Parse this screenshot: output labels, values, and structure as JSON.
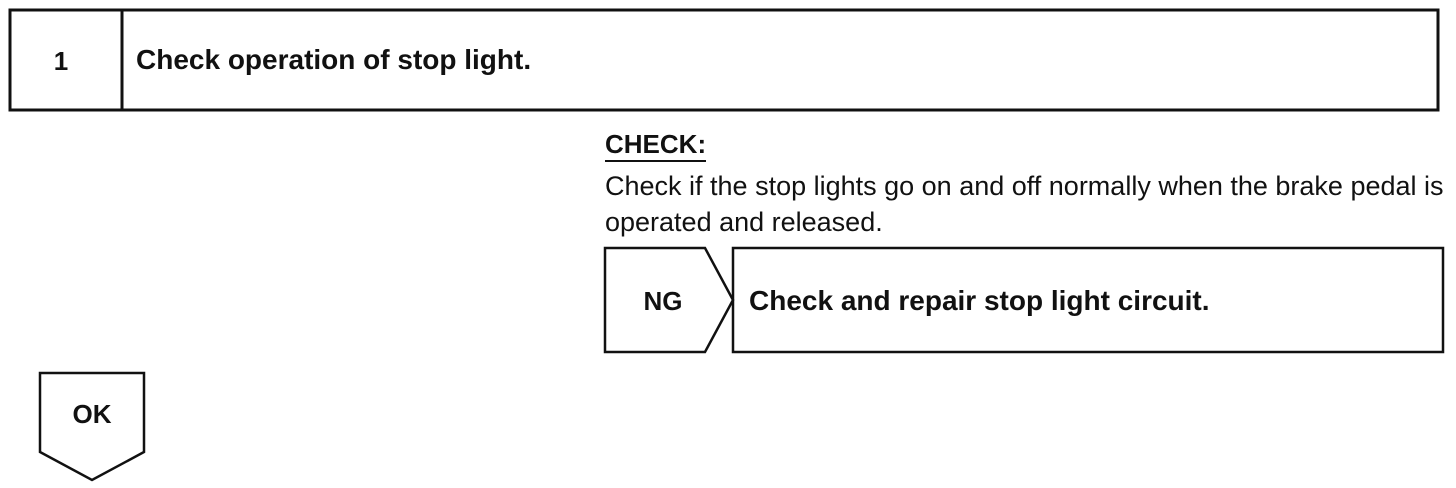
{
  "step": {
    "number": "1",
    "title": "Check operation of stop light."
  },
  "check": {
    "heading": "CHECK:",
    "text": "Check if the stop lights go on and off normally when the brake pedal is operated and released."
  },
  "ng": {
    "label": "NG",
    "action": "Check and repair stop light circuit."
  },
  "ok": {
    "label": "OK"
  }
}
